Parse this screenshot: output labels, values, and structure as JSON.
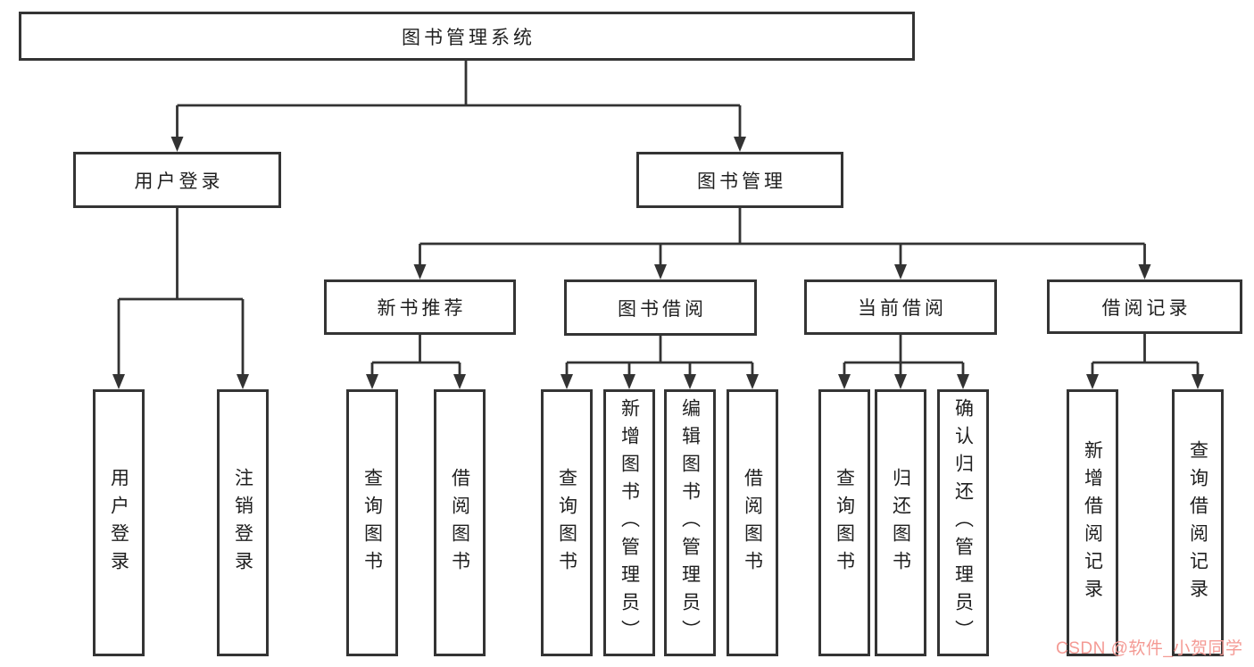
{
  "diagram": {
    "root": "图书管理系统",
    "level2": {
      "user_login": "用户登录",
      "book_mgmt": "图书管理"
    },
    "level3": {
      "new_books": "新书推荐",
      "borrowing": "图书借阅",
      "current": "当前借阅",
      "records": "借阅记录"
    },
    "leaves": {
      "a1": "用户登录",
      "a2": "注销登录",
      "b1": "查询图书",
      "b2": "借阅图书",
      "c1": "查询图书",
      "c2": "新增图书（管理员）",
      "c3": "编辑图书（管理员）",
      "c4": "借阅图书",
      "d1": "查询图书",
      "d2": "归还图书",
      "d3": "确认归还（管理员）",
      "e1": "新增借阅记录",
      "e2": "查询借阅记录"
    }
  },
  "watermark": {
    "text": "CSDN @软件_小贺同学",
    "color": "#f49a94"
  },
  "colors": {
    "line": "#333333",
    "border": "#343434",
    "text": "#1f1f1f",
    "background": "#ffffff"
  }
}
